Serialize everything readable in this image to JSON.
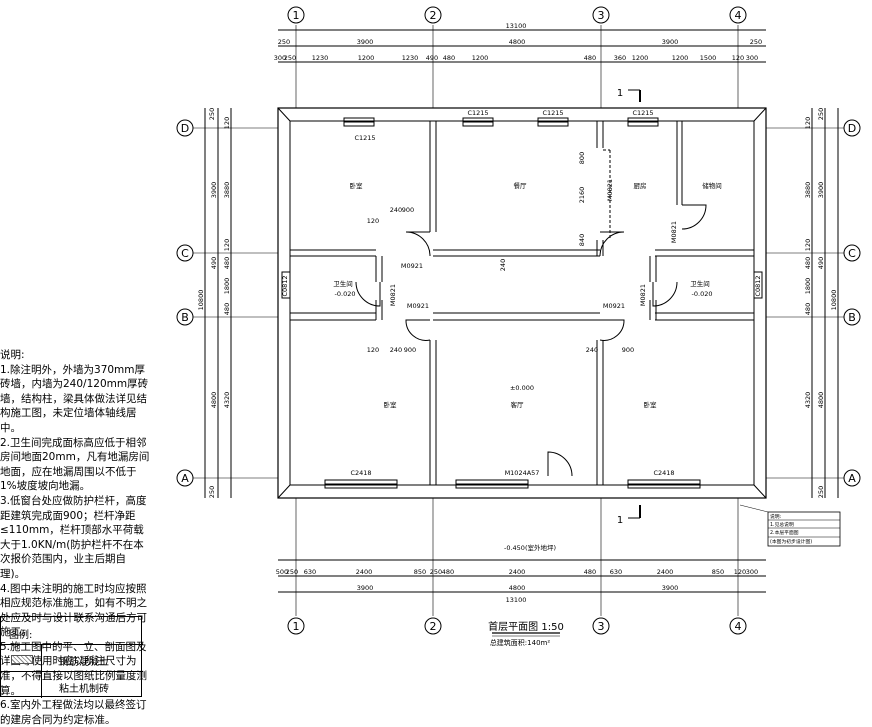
{
  "axes": {
    "columns": [
      "1",
      "2",
      "3",
      "4"
    ],
    "rows": [
      "D",
      "C",
      "B",
      "A"
    ]
  },
  "dims_top": {
    "overall": "13100",
    "row1": [
      "250",
      "3900",
      "4800",
      "3900",
      "250"
    ],
    "row2": [
      "300",
      "250",
      "1230",
      "1200",
      "1230",
      "490",
      "480",
      "1200",
      "480",
      "360",
      "1200",
      "1200",
      "1500",
      "120",
      "300"
    ]
  },
  "dims_bottom": {
    "row1": [
      "500",
      "250",
      "630",
      "2400",
      "850",
      "250",
      "480",
      "2400",
      "480",
      "630",
      "2400",
      "850",
      "120",
      "300"
    ],
    "row2": [
      "3900",
      "4800",
      "3900"
    ],
    "overall": "13100"
  },
  "dims_left": {
    "outer": "10800",
    "row1": [
      "4800",
      "3900"
    ],
    "row2": [
      "4320",
      "3880"
    ],
    "small": [
      "250",
      "120",
      "120",
      "480",
      "480",
      "490",
      "1800",
      "250"
    ]
  },
  "dims_right": {
    "outer": "10800",
    "row1": [
      "3900",
      "4800"
    ],
    "row2": [
      "3880",
      "4320"
    ],
    "small": [
      "250",
      "120",
      "120",
      "480",
      "480",
      "490",
      "1800",
      "250"
    ]
  },
  "rooms": {
    "bedroom_nw": "卧室",
    "dining": "餐厅",
    "kitchen": "厨房",
    "storage": "储物间",
    "bath_left": "卫生间",
    "bath_left_level": "-0.020",
    "bath_right": "卫生间",
    "bath_right_level": "-0.020",
    "bedroom_sw": "卧室",
    "living": "客厅",
    "bedroom_se": "卧室",
    "living_level": "±0.000",
    "outdoor_level": "-0.450(室外地坪)"
  },
  "windows": {
    "d1": "C1215",
    "d2": "C1215",
    "d3": "C1215",
    "d4": "C1215",
    "a1": "C2418",
    "a2": "C2418",
    "door_main": "M1024A57",
    "w_left": "C0812",
    "w_right": "C0812"
  },
  "doors": {
    "m0921_a": "M0921",
    "m0921_b": "M0921",
    "m0921_c": "M0921",
    "m0821_a": "M0821",
    "m0821_b": "M0821",
    "m0821_c": "M0821",
    "m0821_d": "M0821"
  },
  "small_dims": {
    "d120a": "120",
    "d240a": "240",
    "d900a": "900",
    "d120b": "120",
    "d240b": "240",
    "d900b": "900",
    "d800": "800",
    "d2160": "2160",
    "d840": "840",
    "d900c": "900",
    "d240c": "240",
    "d240d": "240"
  },
  "section_mark": "1",
  "title": {
    "main": "首层平面图 1:50",
    "sub": "总建筑面积:140m²"
  },
  "stamp": {
    "line1": "说明:",
    "line2": "1.见总说明",
    "line3": "2.本层平面图",
    "line4": "(本图为初步设计图)"
  },
  "notes": [
    "说明:",
    "1.除注明外，外墙为370mm厚砖墙，内墙为240/120mm厚砖墙，结构柱，梁具体做法详见结构施工图，未定位墙体轴线居中。",
    "2.卫生间完成面标高应低于相邻房间地面20mm，凡有地漏房间地面，应在地漏周围以不低于1%坡度坡向地漏。",
    "3.低窗台处应做防护栏杆，高度距建筑完成面900；栏杆净距≤110mm，栏杆顶部水平荷载大于1.0KN/m(防护栏杆不在本次报价范围内，业主后期自理)。",
    "4.图中未注明的施工时均应按照相应规范标准施工，如有不明之处应及时与设计联系沟通后方可施工。",
    "5.施工图中的平、立、剖面图及详图等使用时应以所注尺寸为准，不得直接以图纸比例量度测算。",
    "6.室内外工程做法均以最终签订的建房合同为约定标准。"
  ],
  "legend": {
    "header": "图例:",
    "item1": "钢筋混凝土",
    "item2": "粘土机制砖"
  }
}
